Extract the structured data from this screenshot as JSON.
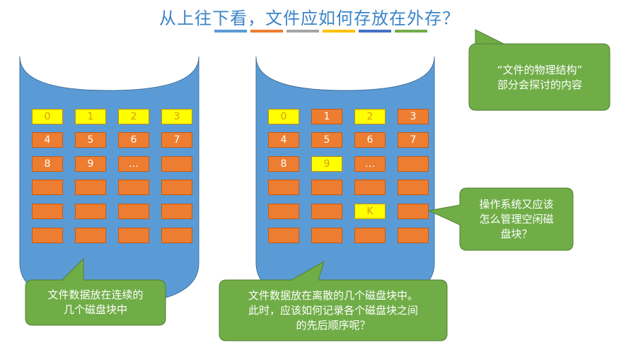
{
  "title": "从上往下看，文件应如何存放在外存？",
  "color_bar_colors": [
    "#5b9bd5",
    "#ed7d31",
    "#a5a5a5",
    "#ffc000",
    "#4472c4",
    "#70ad47"
  ],
  "colors": {
    "cylinder": "#5b9bd5",
    "block": "#ed7d31",
    "block_highlight": "#ffff00",
    "callout": "#70ad47"
  },
  "left_disk": {
    "rows": [
      [
        "0",
        "1",
        "2",
        "3"
      ],
      [
        "4",
        "5",
        "6",
        "7"
      ],
      [
        "8",
        "9",
        "…",
        ""
      ],
      [
        "",
        "",
        "",
        ""
      ],
      [
        "",
        "",
        "",
        ""
      ],
      [
        "",
        "",
        "",
        ""
      ]
    ],
    "highlighted": [
      "0-0",
      "0-1",
      "0-2",
      "0-3"
    ]
  },
  "right_disk": {
    "rows": [
      [
        "0",
        "1",
        "2",
        "3"
      ],
      [
        "4",
        "5",
        "6",
        "7"
      ],
      [
        "8",
        "9",
        "…",
        ""
      ],
      [
        "",
        "",
        "",
        ""
      ],
      [
        "",
        "",
        "K",
        ""
      ],
      [
        "",
        "",
        "",
        ""
      ]
    ],
    "highlighted": [
      "0-0",
      "0-2",
      "2-1",
      "4-2"
    ]
  },
  "callouts": {
    "top_right": "“文件的物理结构”\n部分会探讨的内容",
    "mid_right": "操作系统又应该\n怎么管理空闲磁\n盘块？",
    "bottom_left": "文件数据放在连续的\n几个磁盘块中",
    "bottom_mid": "文件数据放在离散的几个磁盘块中。\n此时，应该如何记录各个磁盘块之间\n的先后顺序呢？"
  }
}
